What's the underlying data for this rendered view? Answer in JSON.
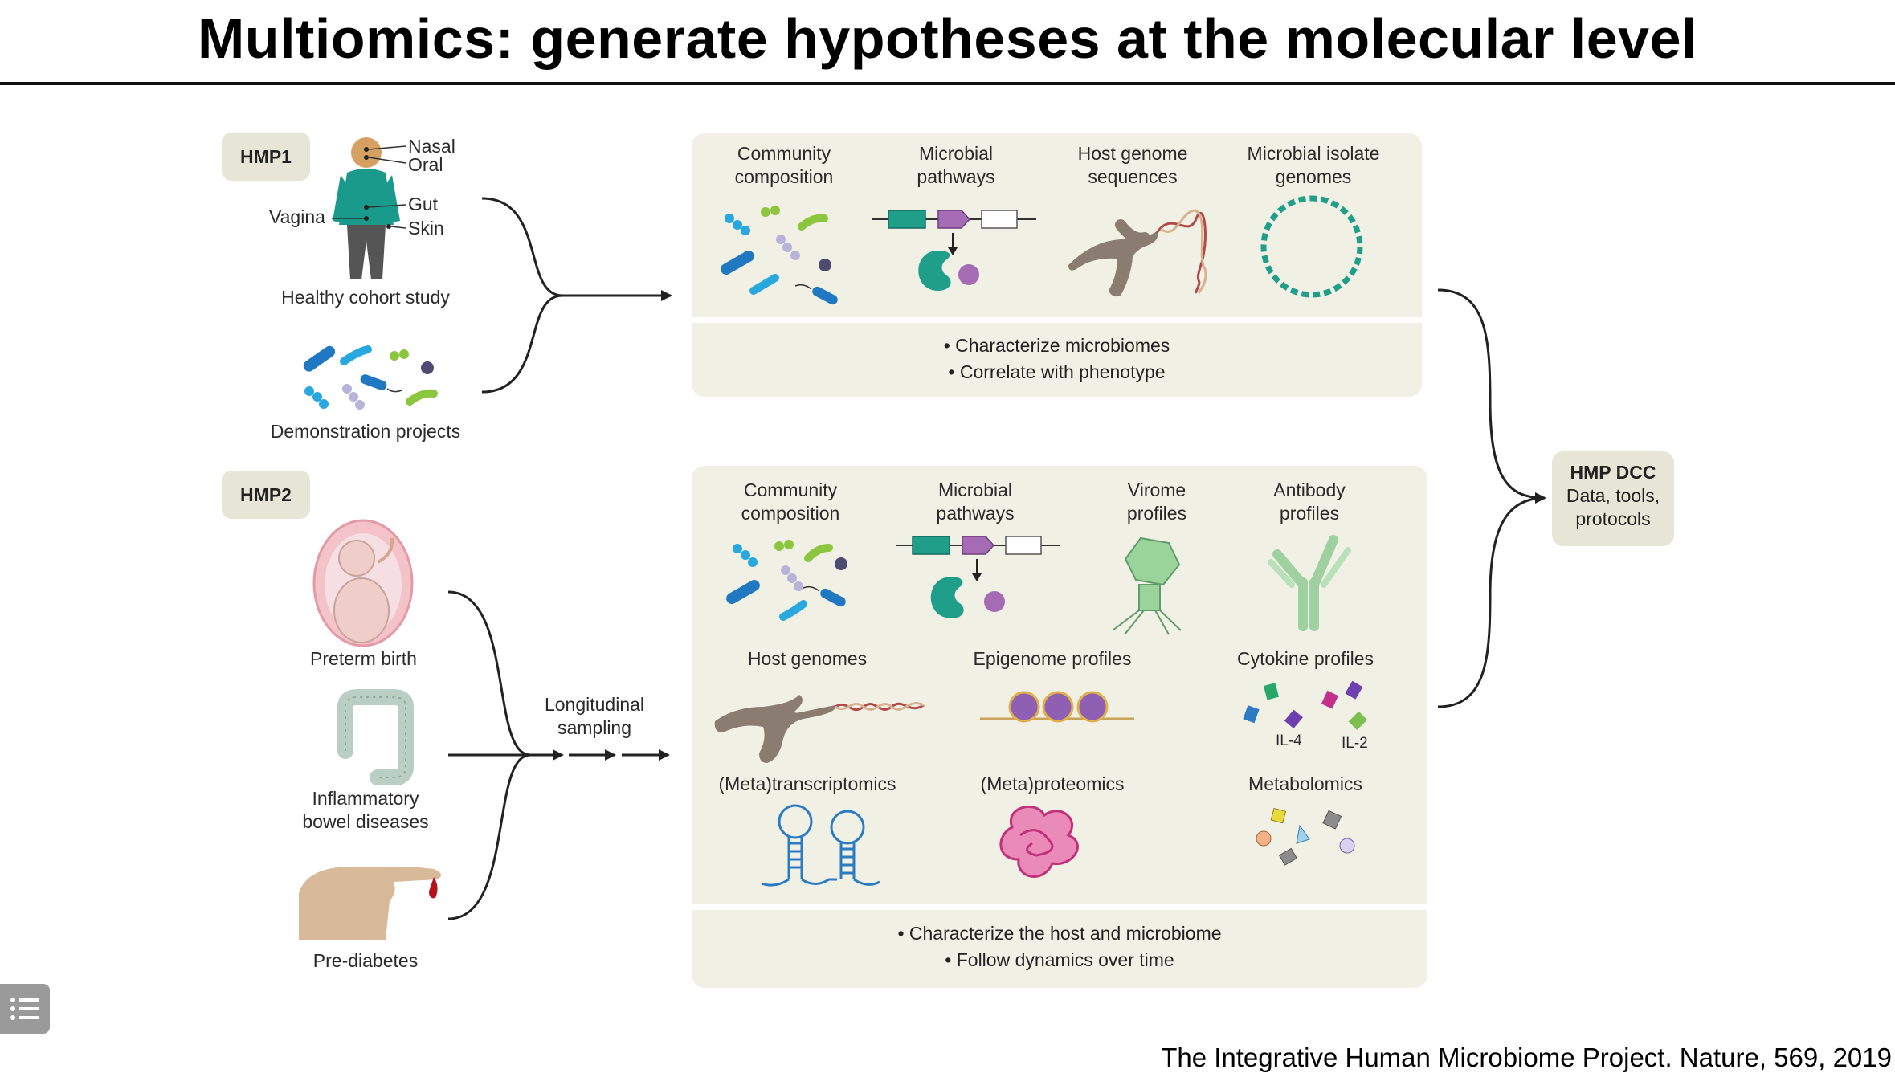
{
  "title": "Multiomics: generate hypotheses at the molecular level",
  "citation": "The Integrative Human Microbiome Project. Nature, 569, 2019",
  "hmp1": {
    "tag": "HMP1",
    "body_sites": {
      "nasal": "Nasal",
      "oral": "Oral",
      "gut": "Gut",
      "skin": "Skin",
      "vagina": "Vagina"
    },
    "cohort_label": "Healthy cohort study",
    "demo_label": "Demonstration projects",
    "panel_items": [
      {
        "line1": "Community",
        "line2": "composition"
      },
      {
        "line1": "Microbial",
        "line2": "pathways"
      },
      {
        "line1": "Host genome",
        "line2": "sequences"
      },
      {
        "line1": "Microbial isolate",
        "line2": "genomes"
      }
    ],
    "bullets": [
      "• Characterize microbiomes",
      "• Correlate with phenotype"
    ]
  },
  "hmp2": {
    "tag": "HMP2",
    "cohorts": {
      "preterm": "Preterm birth",
      "ibd_line1": "Inflammatory",
      "ibd_line2": "bowel diseases",
      "prediabetes": "Pre-diabetes"
    },
    "sampling_line1": "Longitudinal",
    "sampling_line2": "sampling",
    "row1": [
      {
        "line1": "Community",
        "line2": "composition"
      },
      {
        "line1": "Microbial",
        "line2": "pathways"
      },
      {
        "line1": "Virome",
        "line2": "profiles"
      },
      {
        "line1": "Antibody",
        "line2": "profiles"
      }
    ],
    "row2": [
      "Host genomes",
      "Epigenome profiles",
      "Cytokine profiles"
    ],
    "cytokine_labels": [
      "IL-4",
      "IL-2"
    ],
    "row3": [
      "(Meta)transcriptomics",
      "(Meta)proteomics",
      "Metabolomics"
    ],
    "bullets": [
      "• Characterize the host and microbiome",
      "• Follow dynamics over time"
    ]
  },
  "dcc": {
    "title": "HMP DCC",
    "line1": "Data, tools,",
    "line2": "protocols"
  },
  "colors": {
    "panel": "#f1f0e4",
    "tag": "#e7e6d6",
    "teal": "#1f9e8a",
    "purple": "#a66bb5",
    "blue": "#1f78c1",
    "green": "#8cc63f"
  }
}
